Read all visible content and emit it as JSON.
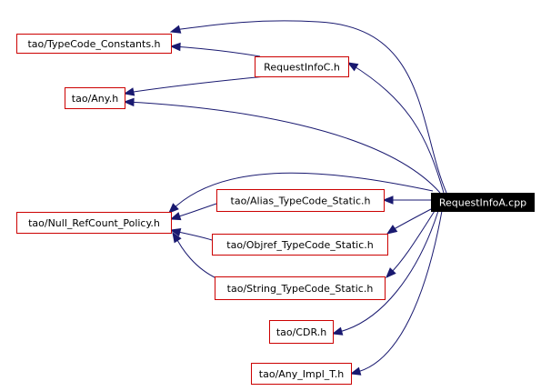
{
  "graph": {
    "root": {
      "id": "root",
      "label": "RequestInfoA.cpp"
    },
    "nodes": [
      {
        "id": "typecode_constants",
        "label": "tao/TypeCode_Constants.h"
      },
      {
        "id": "requestinfoc",
        "label": "RequestInfoC.h"
      },
      {
        "id": "any",
        "label": "tao/Any.h"
      },
      {
        "id": "null_refcount_policy",
        "label": "tao/Null_RefCount_Policy.h"
      },
      {
        "id": "alias_typecode_static",
        "label": "tao/Alias_TypeCode_Static.h"
      },
      {
        "id": "objref_typecode_static",
        "label": "tao/Objref_TypeCode_Static.h"
      },
      {
        "id": "string_typecode_static",
        "label": "tao/String_TypeCode_Static.h"
      },
      {
        "id": "cdr",
        "label": "tao/CDR.h"
      },
      {
        "id": "any_impl_t",
        "label": "tao/Any_Impl_T.h"
      }
    ],
    "edges": [
      {
        "from": "root",
        "to": "typecode_constants"
      },
      {
        "from": "root",
        "to": "requestinfoc"
      },
      {
        "from": "root",
        "to": "any"
      },
      {
        "from": "root",
        "to": "null_refcount_policy"
      },
      {
        "from": "root",
        "to": "alias_typecode_static"
      },
      {
        "from": "root",
        "to": "objref_typecode_static"
      },
      {
        "from": "root",
        "to": "string_typecode_static"
      },
      {
        "from": "root",
        "to": "cdr"
      },
      {
        "from": "root",
        "to": "any_impl_t"
      },
      {
        "from": "requestinfoc",
        "to": "typecode_constants"
      },
      {
        "from": "requestinfoc",
        "to": "any"
      },
      {
        "from": "alias_typecode_static",
        "to": "null_refcount_policy"
      },
      {
        "from": "objref_typecode_static",
        "to": "null_refcount_policy"
      },
      {
        "from": "string_typecode_static",
        "to": "null_refcount_policy"
      }
    ],
    "colors": {
      "edge": "#191970",
      "node_border": "#cc0000",
      "root_fill": "#000000",
      "root_text": "#ffffff"
    }
  }
}
